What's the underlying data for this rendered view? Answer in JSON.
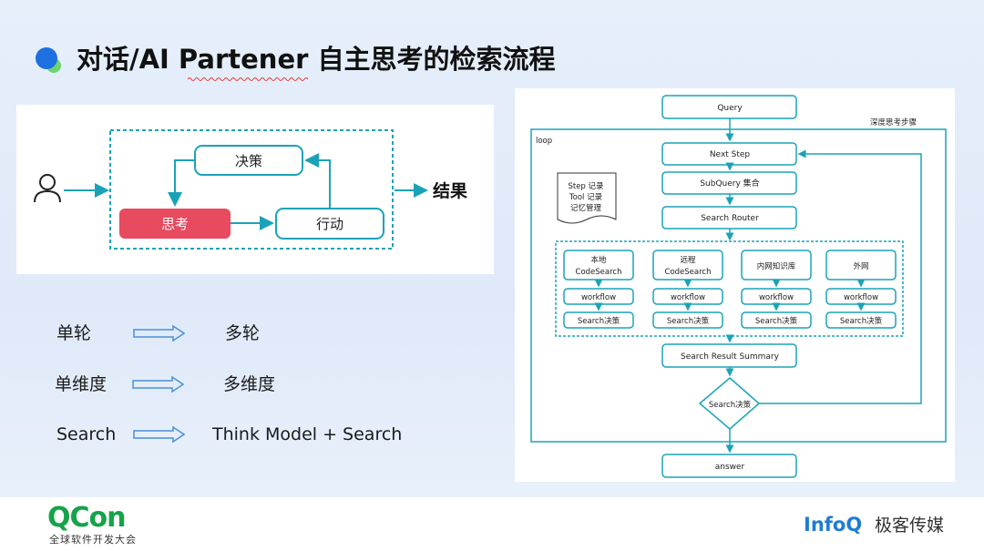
{
  "slide": {
    "title": "对话/AI Partener 自主思考的检索流程"
  },
  "left_diagram": {
    "user_icon": "user-icon",
    "decision": "决策",
    "thinking": "思考",
    "action": "行动",
    "result": "结果"
  },
  "comparisons": [
    {
      "from": "单轮",
      "to": "多轮"
    },
    {
      "from": "单维度",
      "to": "多维度"
    },
    {
      "from": "Search",
      "to": "Think Model + Search"
    }
  ],
  "flow": {
    "query": "Query",
    "deep_steps": "深度思考步骤",
    "loop": "loop",
    "next_step": "Next Step",
    "subquery": "SubQuery 集合",
    "memory_note": [
      "Step 记录",
      "Tool 记录",
      "记忆管理"
    ],
    "search_router": "Search Router",
    "branches": [
      {
        "name_lines": [
          "本地",
          "CodeSearch"
        ],
        "workflow": "workflow",
        "decision": "Search决策"
      },
      {
        "name_lines": [
          "远程",
          "CodeSearch"
        ],
        "workflow": "workflow",
        "decision": "Search决策"
      },
      {
        "name_lines": [
          "内网知识库"
        ],
        "workflow": "workflow",
        "decision": "Search决策"
      },
      {
        "name_lines": [
          "外网"
        ],
        "workflow": "workflow",
        "decision": "Search决策"
      }
    ],
    "summary": "Search Result Summary",
    "diamond": "Search决策",
    "answer": "answer"
  },
  "footer": {
    "qcon": "QCon",
    "qcon_sub": "全球软件开发大会",
    "infoq": "InfoQ",
    "infoq_sub": "极客传媒"
  },
  "colors": {
    "teal": "#1aa3b8",
    "red": "#e84a5f",
    "blue": "#1e7cd6",
    "green": "#3ec46d"
  }
}
